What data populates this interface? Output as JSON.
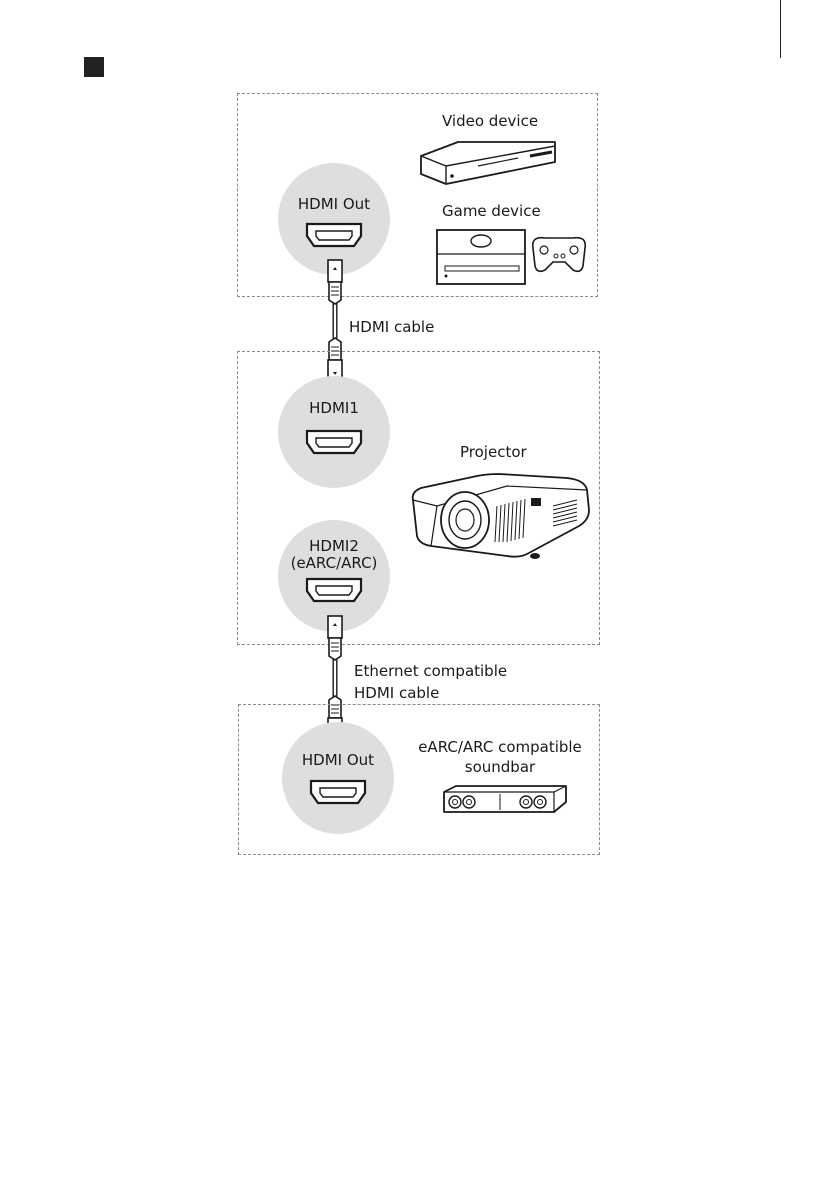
{
  "source": {
    "port_label": "HDMI Out",
    "video_label": "Video device",
    "game_label": "Game device"
  },
  "cable1": {
    "label": "HDMI cable"
  },
  "projector": {
    "label": "Projector",
    "port1_label": "HDMI1",
    "port2_line1": "HDMI2",
    "port2_line2": "(eARC/ARC)"
  },
  "cable2": {
    "line1": "Ethernet compatible",
    "line2": "HDMI cable"
  },
  "soundbar": {
    "port_label": "HDMI Out",
    "line1": "eARC/ARC compatible",
    "line2": "soundbar"
  }
}
